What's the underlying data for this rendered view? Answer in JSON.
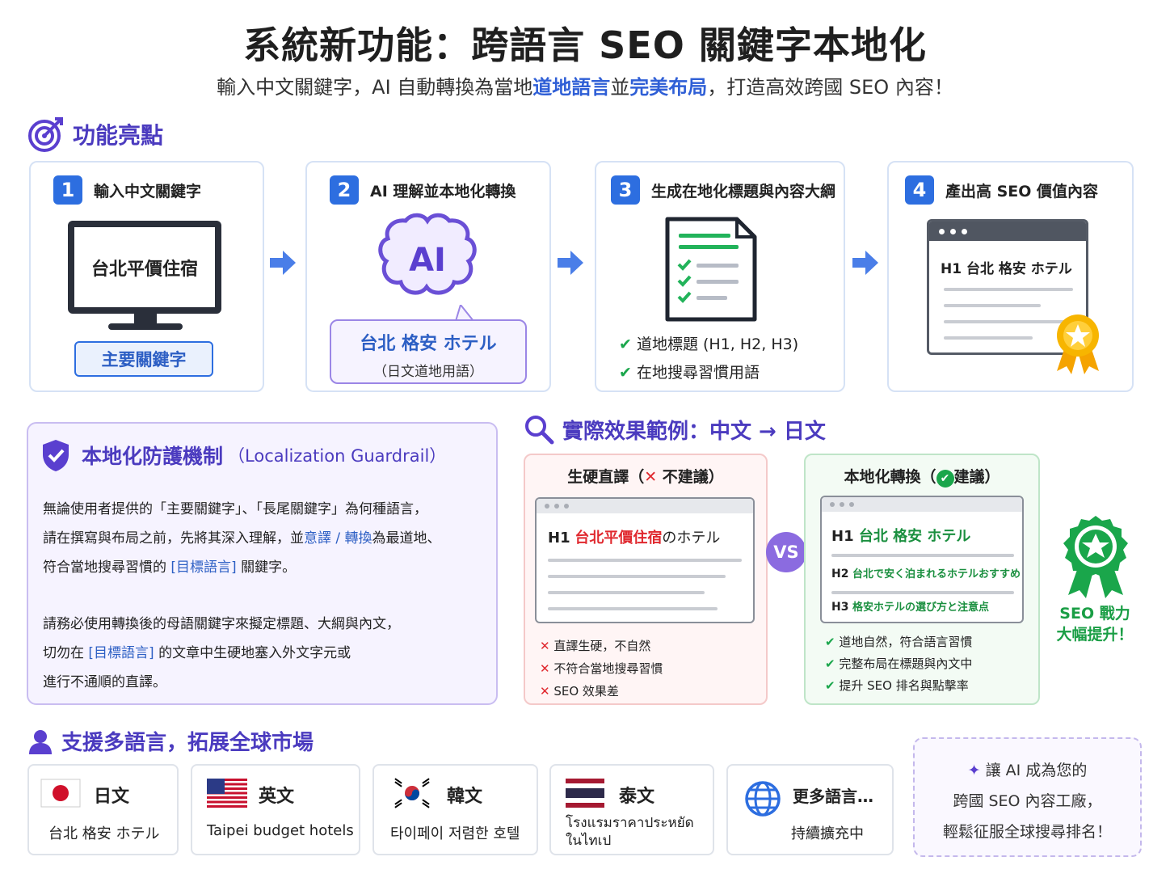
{
  "header": {
    "title": "系統新功能：跨語言 SEO 關鍵字本地化",
    "subtitle_a": "輸入中文關鍵字，AI 自動轉換為當地",
    "subtitle_hl1": "道地語言",
    "subtitle_b": "並",
    "subtitle_hl2": "完美布局",
    "subtitle_c": "，打造高效跨國 SEO 內容！"
  },
  "features": {
    "heading": "功能亮點",
    "steps": [
      {
        "num": "1",
        "label": "輸入中文關鍵字",
        "screen_text": "台北平價住宿",
        "tag": "主要關鍵字"
      },
      {
        "num": "2",
        "label": "AI 理解並本地化轉換",
        "brain_text": "AI",
        "bubble_main": "台北 格安 ホテル",
        "bubble_sub": "（日文道地用語）"
      },
      {
        "num": "3",
        "label": "生成在地化標題與內容大綱",
        "check1": "道地標題 (H1, H2, H3)",
        "check2": "在地搜尋習慣用語"
      },
      {
        "num": "4",
        "label": "產出高 SEO 價值內容",
        "h1_text": "H1 台北 格安 ホテル"
      }
    ]
  },
  "guardrail": {
    "title": "本地化防護機制",
    "title_en": "（Localization Guardrail）",
    "p1_l1": "無論使用者提供的「主要關鍵字」、「長尾關鍵字」為何種語言，",
    "p1_l2a": "請在撰寫與布局之前，先將其深入理解，並",
    "p1_l2hl": "意譯 / 轉換",
    "p1_l2b": "為最道地、",
    "p1_l3a": "符合當地搜尋習慣的 ",
    "p1_l3hl": "[目標語言]",
    "p1_l3b": " 關鍵字。",
    "p2_l1": "請務必使用轉換後的母語關鍵字來擬定標題、大綱與內文，",
    "p2_l2a": "切勿在 ",
    "p2_l2hl": "[目標語言]",
    "p2_l2b": " 的文章中生硬地塞入外文字元或",
    "p2_l3": "進行不通順的直譯。"
  },
  "example": {
    "heading": "實際效果範例：中文 → 日文",
    "bad": {
      "title_a": "生硬直譯（",
      "title_b": "不建議）",
      "h1_tag": "H1",
      "h1_red": "台北平價住宿",
      "h1_rest": "のホテル",
      "points": [
        "直譯生硬，不自然",
        "不符合當地搜尋習慣",
        "SEO 效果差"
      ]
    },
    "vs": "VS",
    "good": {
      "title_a": "本地化轉換（",
      "title_b": "建議）",
      "h1_tag": "H1",
      "h1_text": "台北 格安 ホテル",
      "h2_tag": "H2",
      "h2_text": "台北で安く泊まれるホテルおすすめ",
      "h3_tag": "H3",
      "h3_text": "格安ホテルの選び方と注意点",
      "points": [
        "道地自然，符合語言習慣",
        "完整布局在標題與內文中",
        "提升 SEO 排名與點擊率"
      ]
    },
    "badge_l1": "SEO 戰力",
    "badge_l2": "大幅提升！"
  },
  "languages": {
    "heading": "支援多語言，拓展全球市場",
    "items": [
      {
        "name": "日文",
        "sample": "台北 格安 ホテル"
      },
      {
        "name": "英文",
        "sample": "Taipei budget hotels"
      },
      {
        "name": "韓文",
        "sample": "타이페이 저렴한 호텔"
      },
      {
        "name": "泰文",
        "sample": "โรงแรมราคาประหยัด ในไทเป"
      },
      {
        "name": "更多語言…",
        "sample": "持續擴充中"
      }
    ],
    "promo_l1": "讓 AI 成為您的",
    "promo_l2": "跨國 SEO 內容工廠，",
    "promo_l3": "輕鬆征服全球搜尋排名！"
  },
  "colors": {
    "brand_purple": "#4b3bbf",
    "accent_blue": "#2d6ee0",
    "good_green": "#1aa64b",
    "bad_red": "#e0282e"
  },
  "icons": [
    "target-icon",
    "arrow-right-icon",
    "monitor-icon",
    "brain-ai-icon",
    "document-icon",
    "browser-icon",
    "award-ribbon-icon",
    "shield-check-icon",
    "search-icon",
    "user-icon",
    "globe-icon",
    "sparkle-icon",
    "flag-japan-icon",
    "flag-usa-icon",
    "flag-korea-icon",
    "flag-thailand-icon"
  ]
}
